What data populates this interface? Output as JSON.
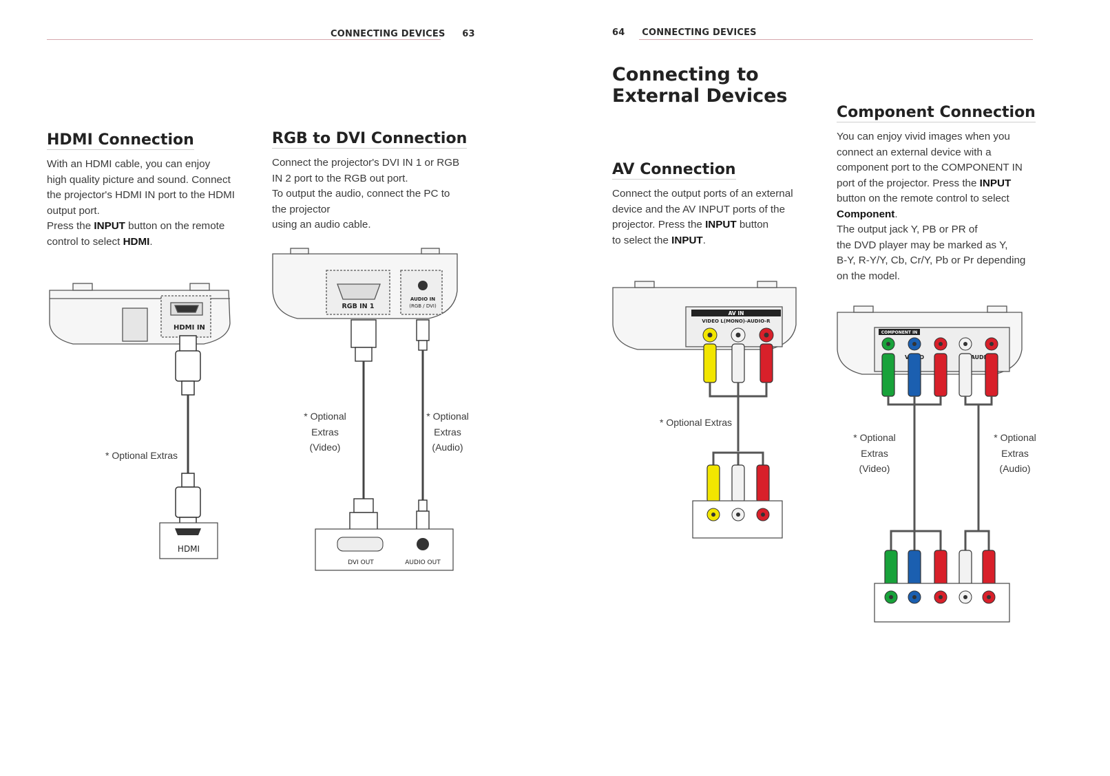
{
  "left_page": {
    "header": "CONNECTING DEVICES",
    "page_number": "63",
    "hdmi": {
      "title": "HDMI Connection",
      "lines": [
        {
          "t": "With an HDMI cable, you can enjoy"
        },
        {
          "t": "high quality picture and sound. Connect"
        },
        {
          "t": "the projector's HDMI IN port to the HDMI"
        },
        {
          "t": "output port."
        },
        {
          "t": "Press the ",
          "b": "INPUT",
          "t2": " button on the remote"
        },
        {
          "t": "control to select ",
          "b": "HDMI",
          "t2": "."
        }
      ],
      "port_label": "HDMI IN",
      "device_label": "HDMI",
      "optional": "* Optional Extras"
    },
    "rgb": {
      "title": "RGB to DVI Connection",
      "lines": [
        {
          "t": "Connect the projector's DVI IN 1 or RGB"
        },
        {
          "t": "IN 2 port to the RGB out port."
        },
        {
          "t": "To output the audio, connect the PC to"
        },
        {
          "t": "the projector"
        },
        {
          "t": "using an audio cable."
        }
      ],
      "port_label": "RGB IN 1",
      "audio_in_label": "AUDIO IN",
      "audio_in_sub": "(RGB / DVI)",
      "dvi_out": "DVI OUT",
      "audio_out": "AUDIO OUT",
      "optional_video": [
        "* Optional",
        "Extras",
        "(Video)"
      ],
      "optional_audio": [
        "* Optional",
        "Extras",
        "(Audio)"
      ]
    }
  },
  "right_page": {
    "page_number": "64",
    "header": "CONNECTING DEVICES",
    "main_title_1": "Connecting to",
    "main_title_2": "External Devices",
    "av": {
      "title": "AV Connection",
      "lines": [
        {
          "t": "Connect the output ports of an external"
        },
        {
          "t": "device and the AV INPUT ports of the"
        },
        {
          "t": "projector. Press the ",
          "b": "INPUT",
          "t2": " button"
        },
        {
          "t": "to select the ",
          "b": "INPUT",
          "t2": "."
        }
      ],
      "panel_title": "AV IN",
      "panel_labels": "VIDEO  L(MONO)-AUDIO-R",
      "optional": "* Optional Extras"
    },
    "component": {
      "title": "Component Connection",
      "lines": [
        {
          "t": "You can enjoy vivid images when you"
        },
        {
          "t": "connect an external device with a"
        },
        {
          "t": "component port to the COMPONENT IN"
        },
        {
          "t": "port of the projector. Press the ",
          "b": "INPUT"
        },
        {
          "t": "button on the remote control to select"
        },
        {
          "b": "Component",
          "t2": "."
        },
        {
          "t": "The output jack Y, PB or PR of"
        },
        {
          "t": "the DVD player may be marked as Y,"
        },
        {
          "t": "B-Y, R-Y/Y, Cb, Cr/Y, Pb or Pr depending"
        },
        {
          "t": "on the model."
        }
      ],
      "panel_title": "COMPONENT IN",
      "video_label": "VIDEO",
      "audio_label": "AUDIO",
      "optional_video": [
        "* Optional",
        "Extras",
        "(Video)"
      ],
      "optional_audio": [
        "* Optional",
        "Extras",
        "(Audio)"
      ]
    }
  },
  "colors": {
    "rule": "#d6a7ad",
    "yellow": "#f2e600",
    "red": "#d8202a",
    "green": "#18a23a",
    "blue": "#1b5fb0",
    "white_plug": "#f2f2f2",
    "cable": "#555555"
  }
}
